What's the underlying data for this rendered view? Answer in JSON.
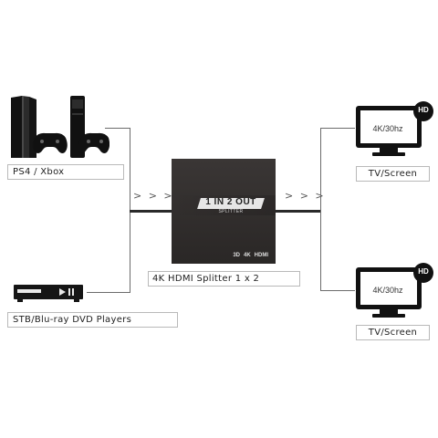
{
  "inputs": [
    {
      "label": "PS4 / Xbox",
      "icon": "game-console-icon"
    },
    {
      "label": "STB/Blu-ray DVD Players",
      "icon": "dvd-player-icon"
    }
  ],
  "splitter": {
    "badge": "1 IN 2 OUT",
    "sub": "SPLITTER",
    "feature_3d": "3D",
    "feature_4k": "4K",
    "feature_hdmi": "HDMI",
    "label": "4K HDMI Splitter 1 x 2"
  },
  "outputs": [
    {
      "label": "TV/Screen",
      "resolution": "4K/30hz",
      "badge": "HD"
    },
    {
      "label": "TV/Screen",
      "resolution": "4K/30hz",
      "badge": "HD"
    }
  ],
  "arrows": "> > >"
}
